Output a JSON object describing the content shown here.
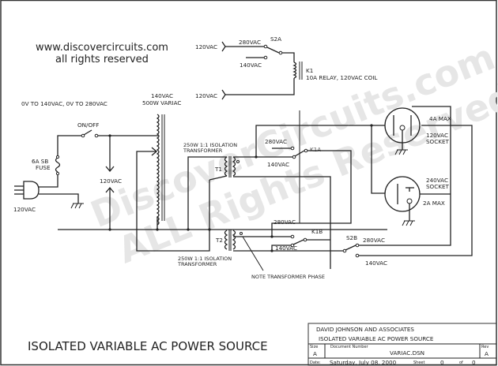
{
  "header": {
    "website": "www.discovercircuits.com",
    "rights": "all rights reserved",
    "range_note": "0V TO 140VAC, 0V TO 280VAC"
  },
  "watermark": {
    "line1": "DiscoverCircuits.com",
    "line2": "ALL Rights Reserved"
  },
  "relay_circuit": {
    "input_top": "120VAC",
    "input_bottom": "120VAC",
    "switch_label": "S2A",
    "pos_280": "280VAC",
    "pos_140": "140VAC",
    "relay_ref": "K1",
    "relay_desc": "10A RELAY, 120VAC COIL"
  },
  "input_section": {
    "plug_label": "120VAC",
    "fuse_line1": "6A SB",
    "fuse_line2": "FUSE",
    "switch_label": "ON/OFF",
    "measure_label": "120VAC"
  },
  "variac": {
    "line1": "140VAC",
    "line2": "500W VARIAC"
  },
  "t1": {
    "ref": "T1",
    "desc_line1": "250W 1:1 ISOLATION",
    "desc_line2": "TRANSFORMER",
    "k1a_label": "K1A",
    "pos_280": "280VAC",
    "pos_140": "140VAC"
  },
  "t2": {
    "ref": "T2",
    "desc_line1": "250W 1:1 ISOLATION",
    "desc_line2": "TRANSFORMER",
    "k1b_label": "K1B",
    "pos_280": "280VAC",
    "pos_140": "140VAC",
    "phase_note": "NOTE TRANSFORMER PHASE"
  },
  "s2b": {
    "label": "S2B",
    "pos_280": "280VAC",
    "pos_140": "140VAC"
  },
  "sockets": {
    "s120_max": "4A MAX",
    "s120_line1": "120VAC",
    "s120_line2": "SOCKET",
    "s240_line1": "240VAC",
    "s240_line2": "SOCKET",
    "s240_max": "2A MAX"
  },
  "title": "ISOLATED VARIABLE AC POWER SOURCE",
  "title_block": {
    "company": "DAVID JOHNSON AND ASSOCIATES",
    "title": "ISOLATED VARIABLE AC POWER SOURCE",
    "size_label": "Size",
    "size_value": "A",
    "doc_label": "Document Number",
    "doc_value": "VARIAC.DSN",
    "rev_label": "Rev",
    "rev_value": "A",
    "date_label": "Date:",
    "date_value": "Saturday, July 08, 2000",
    "sheet_label": "Sheet",
    "sheet_value": "0",
    "of_label": "of",
    "of_value": "0"
  }
}
